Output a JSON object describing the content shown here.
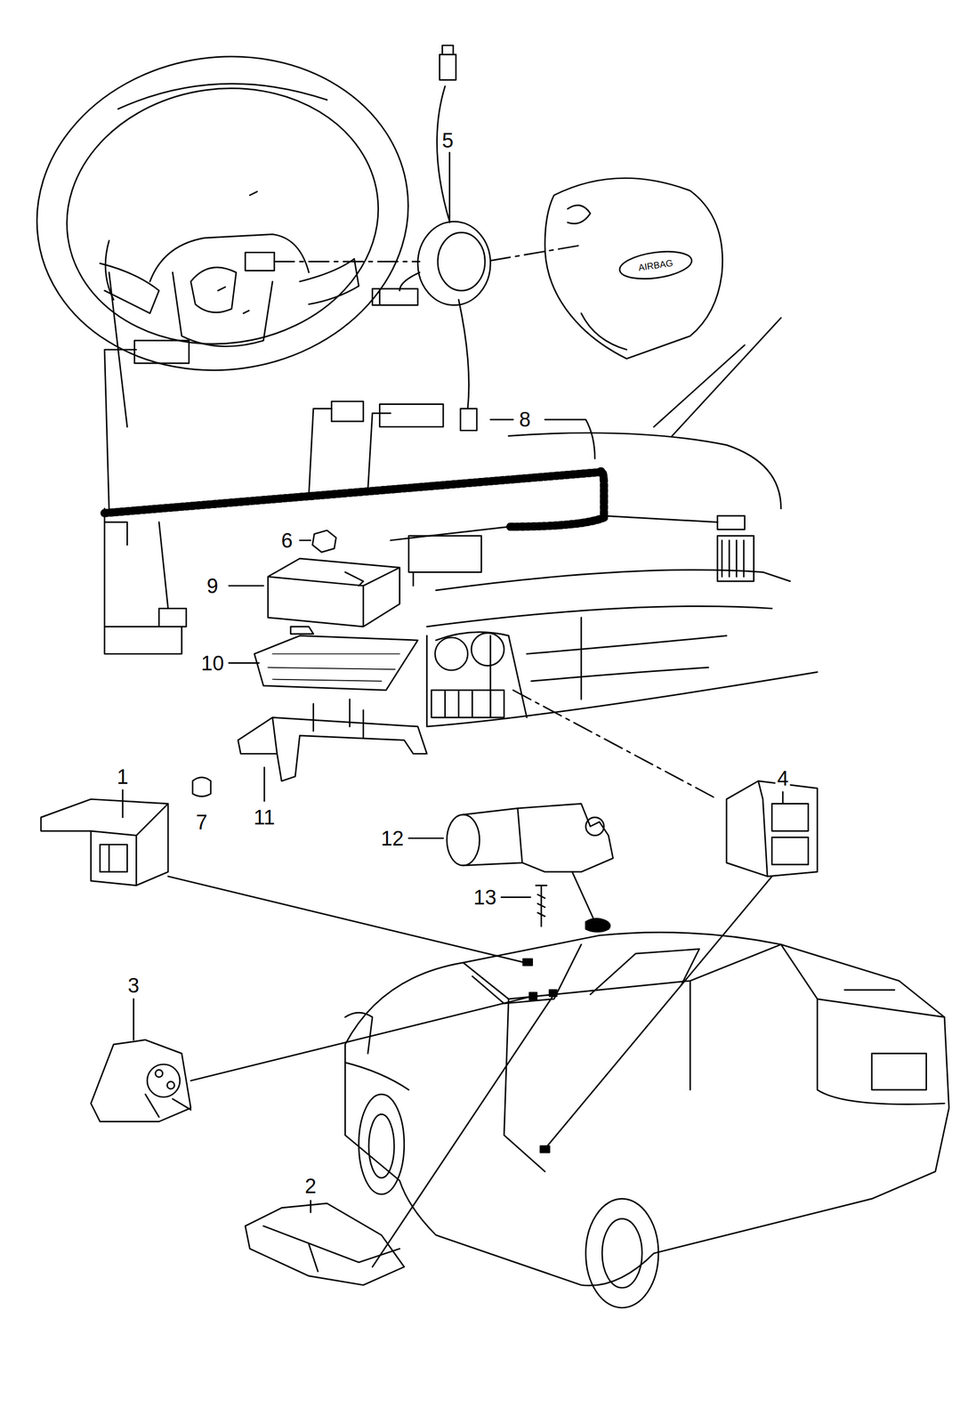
{
  "diagram": {
    "labels": [
      "5",
      "AIRBAG",
      "8",
      "6",
      "9",
      "10",
      "4",
      "1",
      "7",
      "11",
      "12",
      "13",
      "3",
      "2"
    ]
  }
}
